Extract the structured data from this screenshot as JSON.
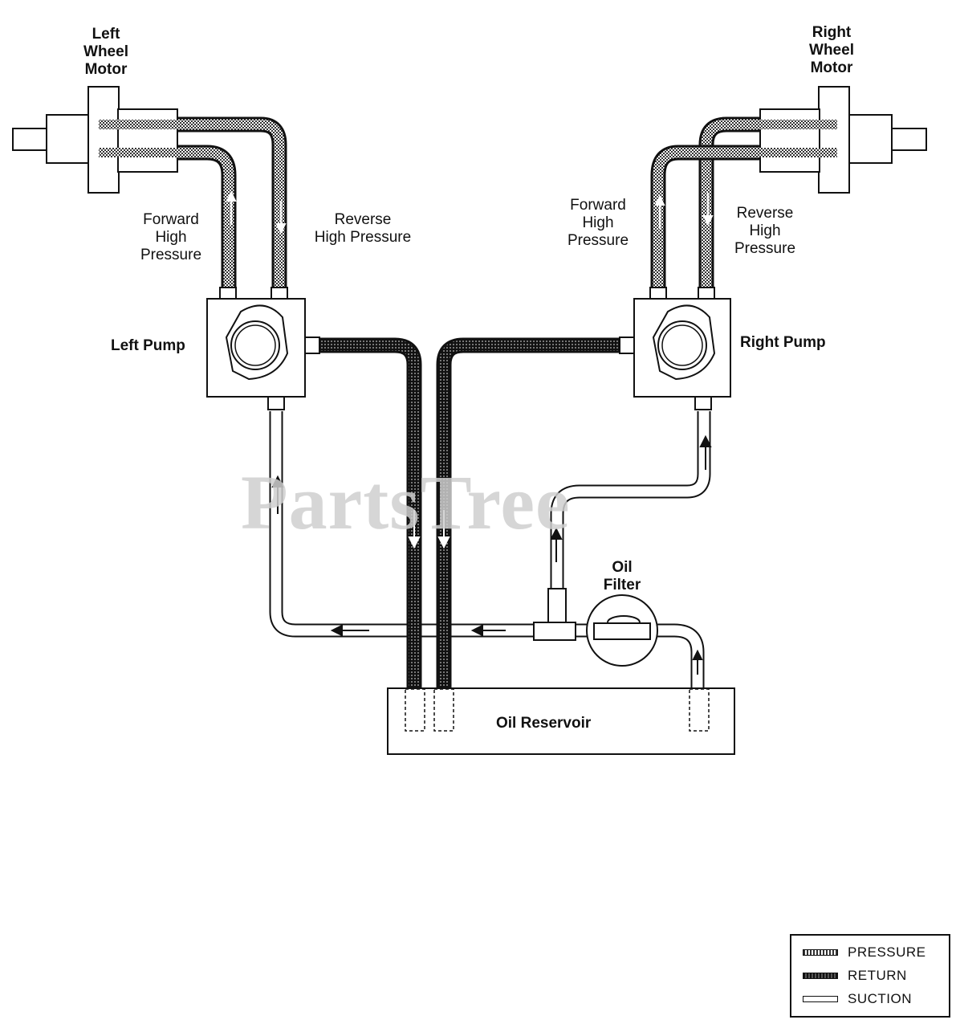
{
  "watermark": "PartsTree",
  "labels": {
    "left_motor": [
      "Left",
      "Wheel",
      "Motor"
    ],
    "right_motor": [
      "Right",
      "Wheel",
      "Motor"
    ],
    "left_forward": [
      "Forward",
      "High",
      "Pressure"
    ],
    "left_reverse": [
      "Reverse",
      "High Pressure"
    ],
    "right_forward": [
      "Forward",
      "High",
      "Pressure"
    ],
    "right_reverse": [
      "Reverse",
      "High",
      "Pressure"
    ],
    "left_pump": "Left Pump",
    "right_pump": "Right Pump",
    "oil_filter": [
      "Oil",
      "Filter"
    ],
    "oil_reservoir": "Oil Reservoir"
  },
  "legend": {
    "pressure": "PRESSURE",
    "return": "RETURN",
    "suction": "SUCTION"
  }
}
